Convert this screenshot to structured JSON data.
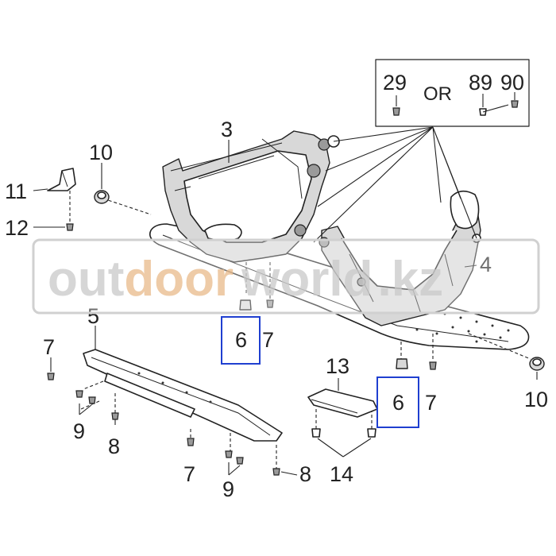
{
  "labels": {
    "part_3": "3",
    "part_4": "4",
    "part_5": "5",
    "part_6_left": "6",
    "part_6_right": "6",
    "part_7_a": "7",
    "part_7_b": "7",
    "part_7_c": "7",
    "part_7_d": "7",
    "part_8_a": "8",
    "part_8_b": "8",
    "part_9_a": "9",
    "part_9_b": "9",
    "part_10_top": "10",
    "part_10_right": "10",
    "part_11": "11",
    "part_12": "12",
    "part_13": "13",
    "part_14": "14",
    "part_29": "29",
    "part_89": "89",
    "part_90": "90",
    "or_text": "OR"
  },
  "watermark": {
    "part1": "outdoor",
    "part2": "world",
    "part3": ".kz"
  },
  "colors": {
    "highlight_box": "#1f3fd0",
    "watermark_gray": "#c8c8c8",
    "watermark_accent": "#e8b98a"
  }
}
